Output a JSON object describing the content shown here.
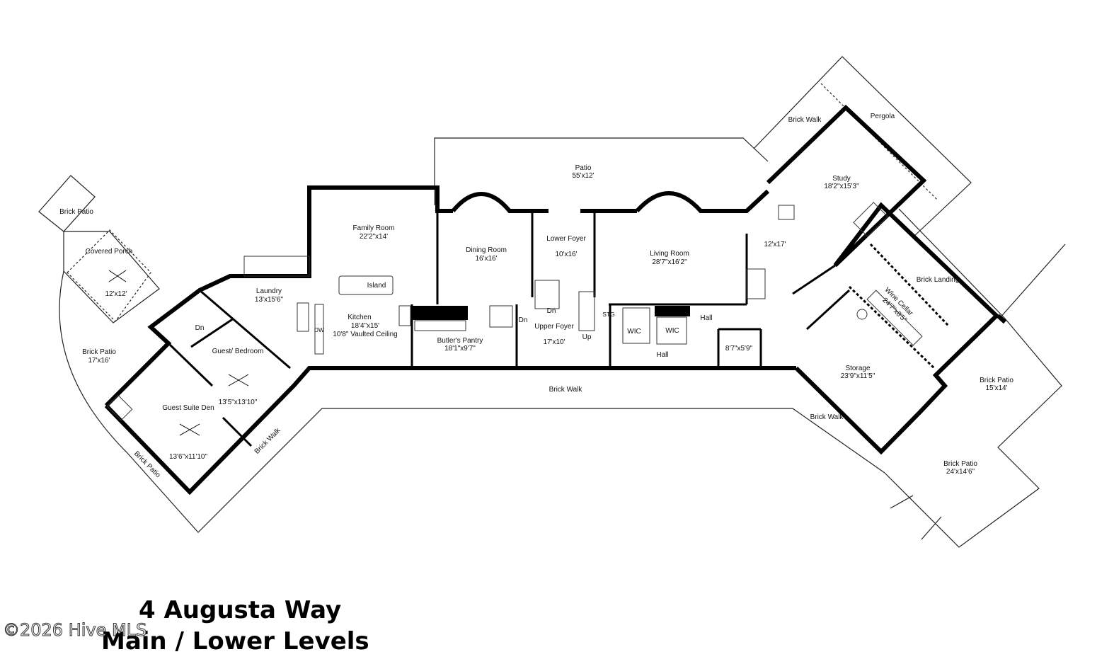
{
  "title": {
    "line1": "4 Augusta Way",
    "line2": "Main / Lower Levels"
  },
  "watermark": "©2026 Hive MLS",
  "rooms": {
    "brick_patio_nw": {
      "name": "Brick Patio",
      "dims": ""
    },
    "covered_porch": {
      "name": "Covered Porch",
      "dims": "12'x12'"
    },
    "brick_patio_w": {
      "name": "Brick Patio",
      "dims": "17'x16'"
    },
    "laundry": {
      "name": "Laundry",
      "dims": "13'x15'6\""
    },
    "family_room": {
      "name": "Family Room",
      "dims": "22'2\"x14'"
    },
    "island": {
      "name": "Island"
    },
    "kitchen": {
      "name": "Kitchen",
      "dims": "18'4\"x15'",
      "note": "10'8\" Vaulted Ceiling"
    },
    "guest_bedroom": {
      "name": "Guest/ Bedroom",
      "dims": "13'5\"x13'10\""
    },
    "guest_suite_den": {
      "name": "Guest Suite Den",
      "dims": "13'6\"x11'10\""
    },
    "brick_patio_sw": {
      "name": "Brick Patio"
    },
    "brick_walk_sw": {
      "name": "Brick Walk"
    },
    "patio": {
      "name": "Patio",
      "dims": "55'x12'"
    },
    "dining_room": {
      "name": "Dining Room",
      "dims": "16'x16'"
    },
    "lower_foyer": {
      "name": "Lower Foyer",
      "dims": "10'x16'"
    },
    "living_room": {
      "name": "Living Room",
      "dims": "28'7\"x16'2\""
    },
    "butlers_pantry": {
      "name": "Butler's Pantry",
      "dims": "18'1\"x9'7\""
    },
    "upper_foyer": {
      "name": "Upper Foyer",
      "dims": "17'x10'"
    },
    "stg": {
      "name": "STG"
    },
    "wic1": {
      "name": "WIC"
    },
    "wic2": {
      "name": "WIC"
    },
    "hall1": {
      "name": "Hall"
    },
    "hall2": {
      "name": "Hall"
    },
    "bath_small": {
      "name": "",
      "dims": "8'7\"x5'9\""
    },
    "room_12x17": {
      "name": "",
      "dims": "12'x17'"
    },
    "study": {
      "name": "Study",
      "dims": "18'2\"x15'3\""
    },
    "pergola": {
      "name": "Pergola"
    },
    "brick_walk_ne": {
      "name": "Brick Walk"
    },
    "brick_landing": {
      "name": "Brick Landing"
    },
    "wine_cellar": {
      "name": "Wine Cellar",
      "dims": "24'7\"x8'5\""
    },
    "storage": {
      "name": "Storage",
      "dims": "23'9\"x11'5\""
    },
    "brick_walk_main": {
      "name": "Brick Walk"
    },
    "brick_walk_se": {
      "name": "Brick Walk"
    },
    "brick_patio_e": {
      "name": "Brick Patio",
      "dims": "15'x14'"
    },
    "brick_patio_se": {
      "name": "Brick Patio",
      "dims": "24'x14'6\""
    }
  },
  "stairs": {
    "dn1": "Dn",
    "dn2": "Dn",
    "dn3": "Dn",
    "up1": "Up"
  },
  "appliances": {
    "dw": "DW"
  },
  "colors": {
    "wall": "#000000",
    "outline": "#222222",
    "background": "#ffffff"
  }
}
